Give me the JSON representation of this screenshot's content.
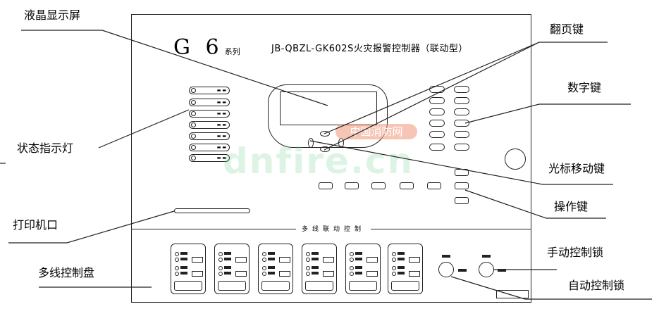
{
  "device": {
    "brand": "G 6",
    "series": "系列",
    "model_title": "JB-QBZL-GK602S火灾报警控制器（联动型）",
    "section_title": "多线联动控制"
  },
  "callouts": {
    "lcd": "液晶显示屏",
    "page_key": "翻页键",
    "digit_keys": "数字键",
    "status_leds": "状态指示灯",
    "cursor_keys": "光标移动键",
    "operation_keys": "操作键",
    "printer": "打印机口",
    "multiline_panel": "多线控制盘",
    "manual_lock": "手动控制锁",
    "auto_lock": "自动控制锁"
  },
  "watermark": {
    "text": "dnfire.cn",
    "badge": "中国消防网"
  },
  "colors": {
    "line": "#222222",
    "watermark_green": "#78d296",
    "watermark_red": "#f09678"
  }
}
